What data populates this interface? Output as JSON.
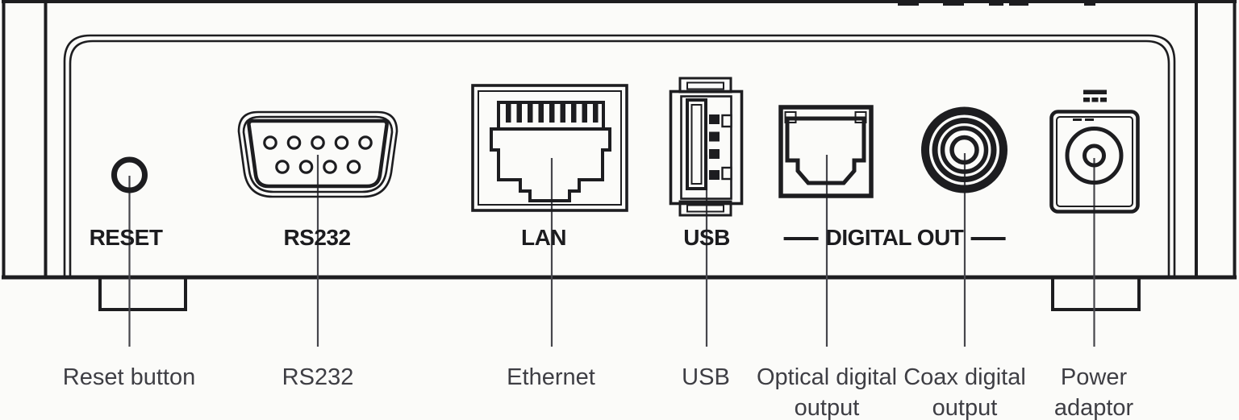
{
  "diagram": {
    "type": "device-rear-panel",
    "panel_labels": {
      "reset": "RESET",
      "rs232": "RS232",
      "lan": "LAN",
      "usb": "USB",
      "digital_out": "DIGITAL OUT"
    },
    "callouts": [
      {
        "id": "reset-button",
        "lines": [
          "Reset button"
        ]
      },
      {
        "id": "rs232",
        "lines": [
          "RS232"
        ]
      },
      {
        "id": "ethernet",
        "lines": [
          "Ethernet"
        ]
      },
      {
        "id": "usb",
        "lines": [
          "USB"
        ]
      },
      {
        "id": "optical-digital-output",
        "lines": [
          "Optical digital",
          "output"
        ]
      },
      {
        "id": "coax-digital-output",
        "lines": [
          "Coax digital",
          "output"
        ]
      },
      {
        "id": "power-adaptor",
        "lines": [
          "Power",
          "adaptor"
        ]
      }
    ],
    "icons": {
      "dc_power": "⎓"
    },
    "colors": {
      "outline": "#1d1d20",
      "callout_text": "#3e3e44",
      "background": "#fbfbf9"
    }
  }
}
